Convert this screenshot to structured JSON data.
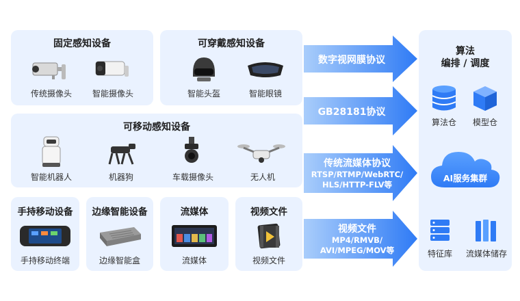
{
  "fixed": {
    "title": "固定感知设备",
    "items": [
      "传统摄像头",
      "智能摄像头"
    ]
  },
  "wearable": {
    "title": "可穿戴感知设备",
    "items": [
      "智能头盔",
      "智能眼镜"
    ]
  },
  "mobile": {
    "title": "可移动感知设备",
    "items": [
      "智能机器人",
      "机器狗",
      "车载摄像头",
      "无人机"
    ]
  },
  "handheld": {
    "title": "手持移动设备",
    "item": "手持移动终端"
  },
  "edge": {
    "title": "边缘智能设备",
    "item": "边缘智能盒"
  },
  "stream": {
    "title": "流媒体",
    "item": "流媒体"
  },
  "videofile": {
    "title": "视频文件",
    "item": "视频文件"
  },
  "arrows": [
    {
      "title": "数字视网膜协议",
      "sub": []
    },
    {
      "title": "GB28181协议",
      "sub": []
    },
    {
      "title": "传统流媒体协议",
      "sub": [
        "RTSP/RTMP/WebRTC/",
        "HLS/HTTP-FLV等"
      ]
    },
    {
      "title": "视频文件",
      "sub": [
        "MP4/RMVB/",
        "AVI/MPEG/MOV等"
      ]
    }
  ],
  "right": {
    "title_line1": "算法",
    "title_line2": "编排 / 调度",
    "algo_store": "算法仓",
    "model_store": "模型仓",
    "cloud": "AI服务集群",
    "feature_db": "特征库",
    "media_store": "流媒体储存"
  },
  "colors": {
    "panel": "#eaf2ff",
    "accent": "#2f7bf5",
    "accent_light": "#7fb2ff"
  }
}
